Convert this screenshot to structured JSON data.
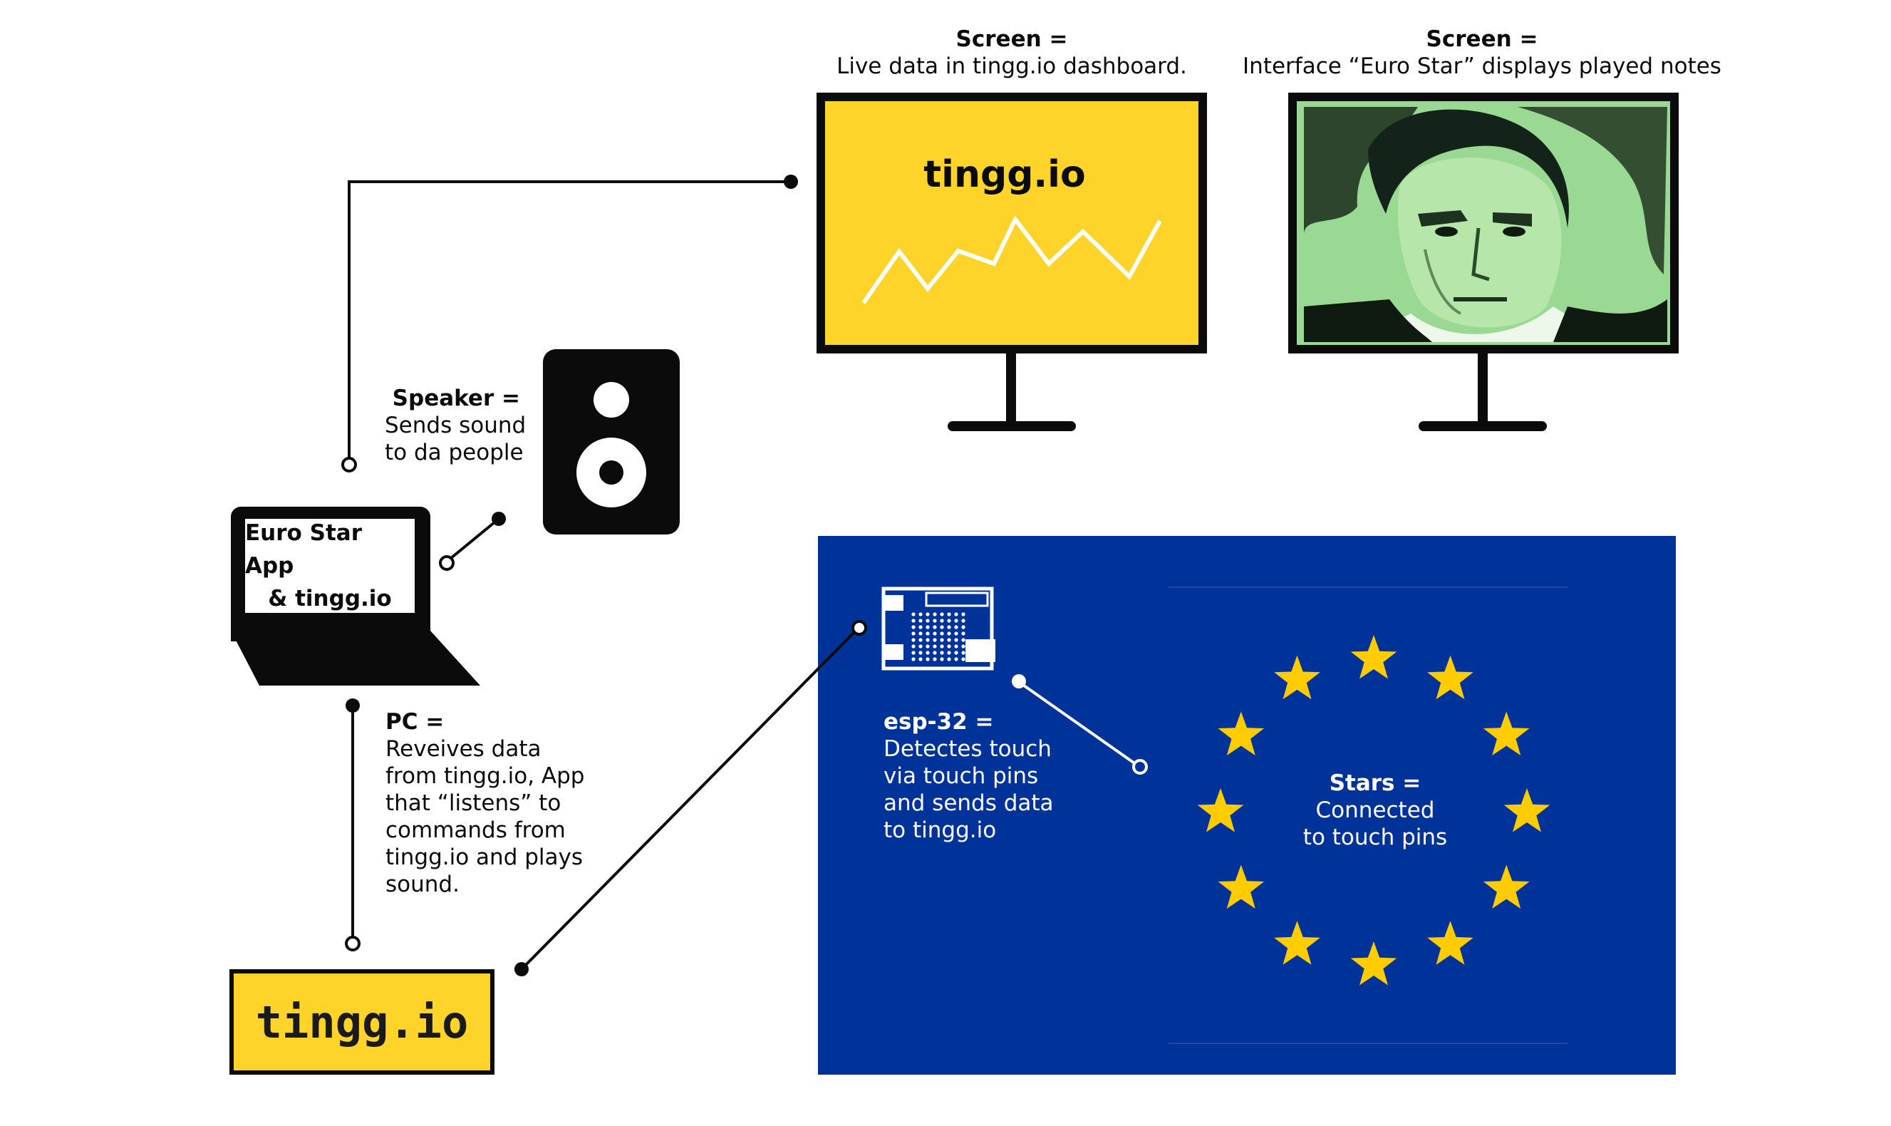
{
  "screen_dashboard": {
    "title": "Screen =",
    "desc": "Live data in tingg.io dashboard.",
    "brand": "tingg.io"
  },
  "screen_interface": {
    "title": "Screen =",
    "desc": "Interface “Euro Star” displays played notes"
  },
  "speaker": {
    "title": "Speaker =",
    "lines": [
      "Sends sound",
      "to da people"
    ]
  },
  "laptop": {
    "lines": [
      "Euro Star App",
      "& tingg.io"
    ]
  },
  "pc": {
    "title": "PC =",
    "lines": [
      "Reveives data",
      "from tingg.io, App",
      "that “listens” to",
      "commands from",
      "tingg.io and plays",
      "sound."
    ]
  },
  "tingg_logo": "tingg.io",
  "esp32": {
    "title": "esp-32 =",
    "lines": [
      "Detectes touch",
      "via touch pins",
      "and sends data",
      "to tingg.io"
    ]
  },
  "stars": {
    "title": "Stars =",
    "lines": [
      "Connected",
      "to touch pins"
    ]
  },
  "colors": {
    "yellow": "#fed42a",
    "eu_blue": "#003399",
    "star_yellow": "#ffcc00",
    "black": "#0b0b0b",
    "portrait_green": "#9ad993"
  },
  "icons": [
    "monitor-icon",
    "speaker-icon",
    "laptop-icon",
    "esp32-board-icon",
    "star-icon",
    "portrait-image"
  ]
}
